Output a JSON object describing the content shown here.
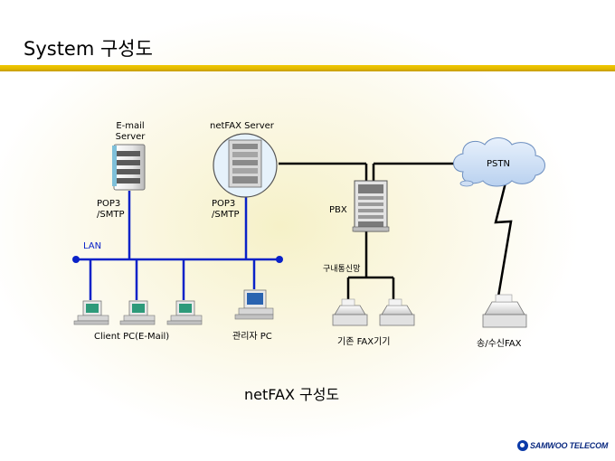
{
  "title": "System 구성도",
  "caption": "netFAX 구성도",
  "logo_text": "SAMWOO TELECOM",
  "nodes": {
    "email_server": {
      "label_line1": "E-mail",
      "label_line2": "Server",
      "protocol_line1": "POP3",
      "protocol_line2": "/SMTP"
    },
    "netfax_server": {
      "label": "netFAX Server",
      "protocol_line1": "POP3",
      "protocol_line2": "/SMTP"
    },
    "pbx": {
      "label": "PBX"
    },
    "pstn": {
      "label": "PSTN"
    },
    "lan": {
      "label": "LAN"
    },
    "client_pc": {
      "label": "Client PC(E-Mail)"
    },
    "admin_pc": {
      "label": "관리자 PC"
    },
    "internal_line": {
      "label": "구내통신망"
    },
    "existing_fax": {
      "label": "기존 FAX기기"
    },
    "remote_fax": {
      "label": "송/수신FAX"
    }
  },
  "colors": {
    "lan_line": "#0a22c8",
    "phone_line": "#000000",
    "title_bar": "#e2b800",
    "pstn_cloud": "#cfe0f6",
    "logo": "#0b3aa8"
  }
}
